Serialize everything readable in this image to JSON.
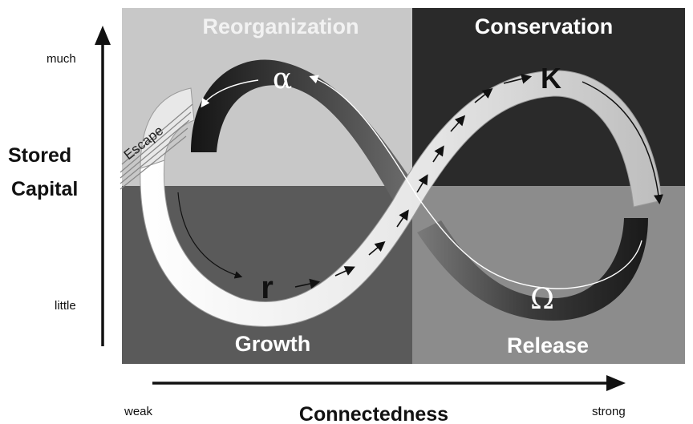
{
  "quadrants": {
    "top_left": {
      "label": "Reorganization",
      "color": "#c8c8c8"
    },
    "top_right": {
      "label": "Conservation",
      "color": "#2a2a2a"
    },
    "bottom_left": {
      "label": "Growth",
      "color": "#5a5a5a"
    },
    "bottom_right": {
      "label": "Release",
      "color": "#8c8c8c"
    }
  },
  "phases": {
    "alpha": "α",
    "k": "K",
    "r": "r",
    "omega": "Ω"
  },
  "escape_label": "Escape",
  "y_axis": {
    "title_line1": "Stored",
    "title_line2": "Capital",
    "high": "much",
    "low": "little"
  },
  "x_axis": {
    "title": "Connectedness",
    "low": "weak",
    "high": "strong"
  }
}
